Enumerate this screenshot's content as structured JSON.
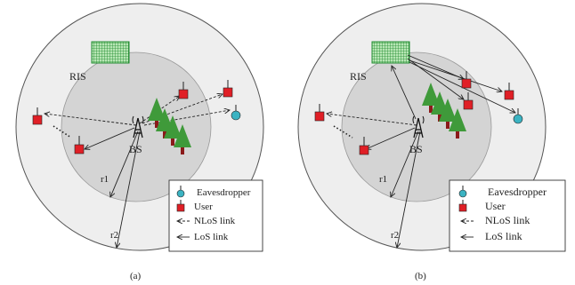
{
  "panels": [
    {
      "caption": "(a)",
      "ris_label": "RIS",
      "bs_label": "BS",
      "r1_label": "r1",
      "r2_label": "r2",
      "legend": {
        "eavesdropper": "Eavesdropper",
        "user": "User",
        "nlos": "NLoS link",
        "los": "LoS link"
      }
    },
    {
      "caption": "(b)",
      "ris_label": "RIS",
      "bs_label": "BS",
      "r1_label": "r1",
      "r2_label": "r2",
      "legend": {
        "eavesdropper": "Eavesdropper",
        "user": "User",
        "nlos": "NLoS link",
        "los": "LoS link"
      }
    }
  ],
  "colors": {
    "outer_disc": "#eeeeee",
    "inner_disc": "#d4d4d4",
    "ris": "#3fae52",
    "user": "#e01f26",
    "eavesdropper": "#3bb3c2",
    "tree": "#3f9a3a",
    "trunk": "#8b1a1a"
  },
  "icons": [
    "ris-panel-icon",
    "base-station-icon",
    "user-icon",
    "eavesdropper-icon",
    "tree-icon"
  ]
}
